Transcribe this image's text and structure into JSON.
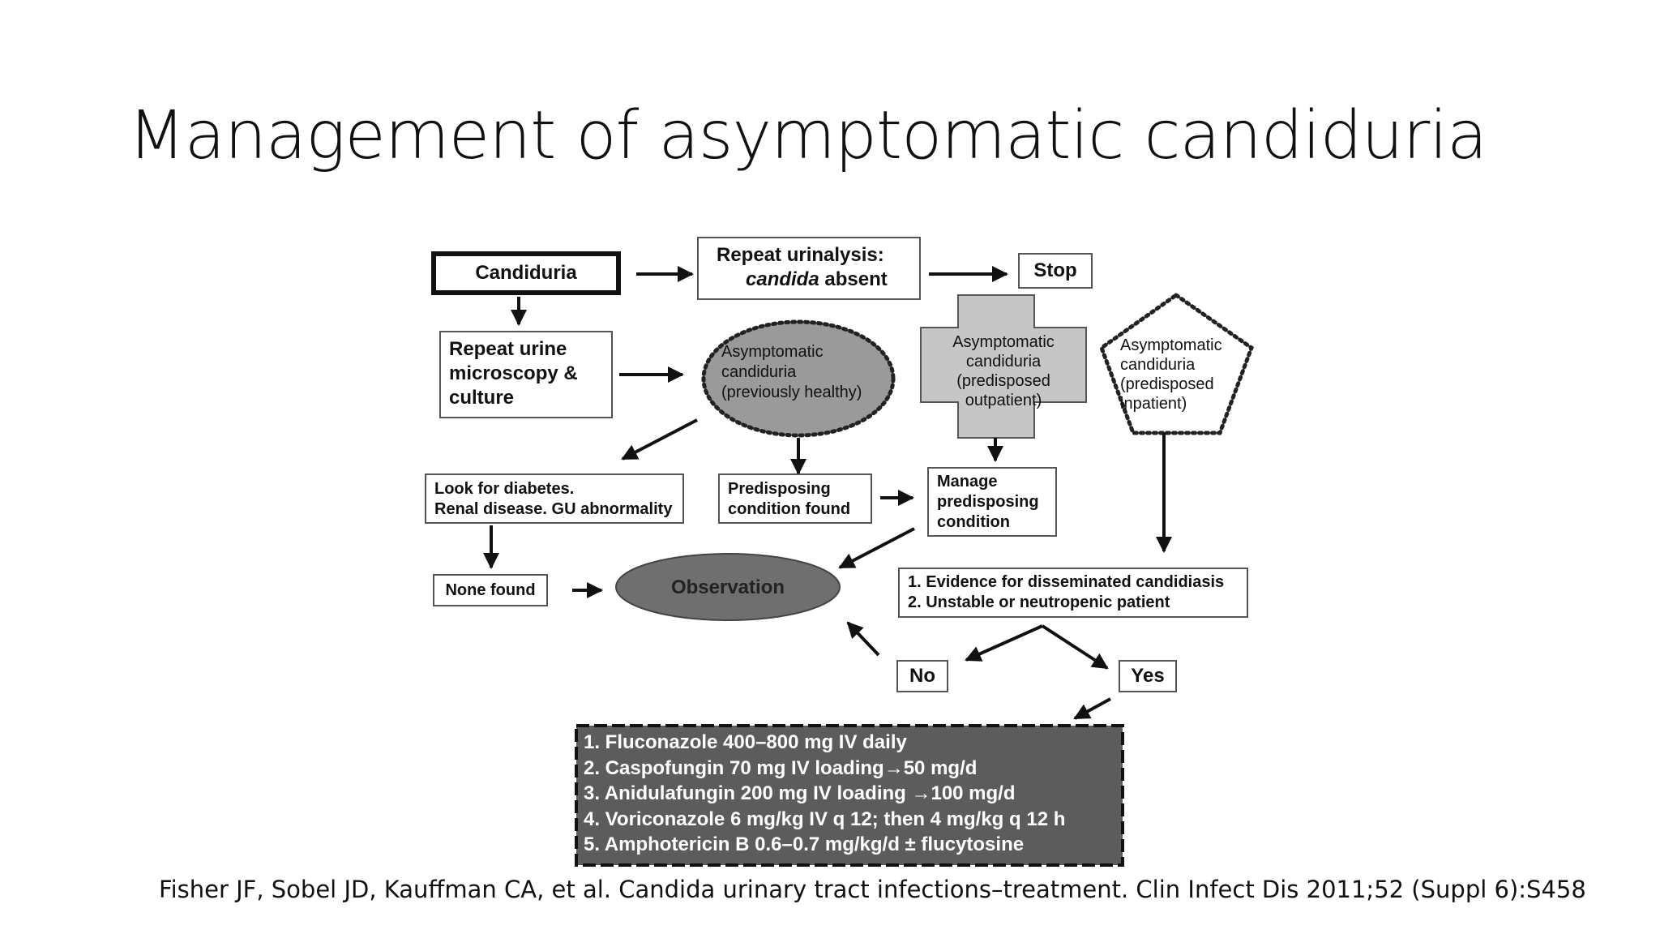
{
  "slide": {
    "title": "Management of asymptomatic candiduria",
    "citation": "Fisher JF, Sobel JD, Kauffman CA, et al. Candida urinary tract infections–treatment. Clin Infect Dis 2011;52 (Suppl 6):S458"
  },
  "flowchart": {
    "candiduria": "Candiduria",
    "repeat_urinalysis": {
      "line1": "Repeat urinalysis:",
      "line2_italic": "candida",
      "line2_rest": " absent"
    },
    "stop": "Stop",
    "repeat_microscopy": [
      "Repeat urine",
      "microscopy &",
      "culture"
    ],
    "healthy": [
      "Asymptomatic",
      "candiduria",
      "(previously healthy)"
    ],
    "outpatient": [
      "Asymptomatic",
      "candiduria",
      "(predisposed",
      "outpatient)"
    ],
    "inpatient": [
      "Asymptomatic",
      "candiduria",
      "(predisposed",
      "inpatient)"
    ],
    "look_for": [
      "Look for diabetes.",
      "Renal disease. GU abnormality"
    ],
    "predisposing_found": [
      "Predisposing",
      "condition found"
    ],
    "manage": [
      "Manage",
      "predisposing",
      "condition"
    ],
    "none_found": "None found",
    "observation": "Observation",
    "evidence": [
      "1. Evidence for disseminated candidiasis",
      "2. Unstable or neutropenic patient"
    ],
    "no": "No",
    "yes": "Yes",
    "treatment": [
      "1. Fluconazole 400–800 mg IV daily",
      "2. Caspofungin 70 mg IV loading→50 mg/d",
      "3. Anidulafungin 200 mg IV loading →100 mg/d",
      "4. Voriconazole 6 mg/kg IV q 12; then 4 mg/kg q 12 h",
      "5. Amphotericin B 0.6–0.7 mg/kg/d ± flucytosine"
    ]
  },
  "colors": {
    "ink": "#111111",
    "healthy_fill": "#9a9a9a",
    "cross_fill": "#c6c6c6",
    "observation_fill": "#6f6f6f",
    "treatment_fill": "#5c5c5c"
  }
}
